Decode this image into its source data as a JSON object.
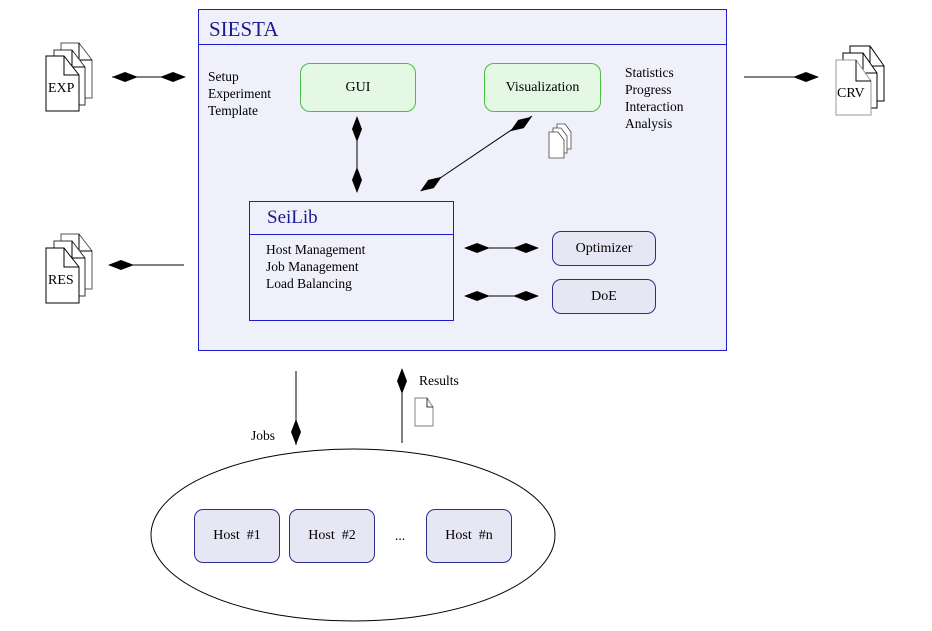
{
  "siesta": {
    "title": "SIESTA",
    "setup_lines": [
      "Setup",
      "Experiment",
      "Template"
    ],
    "stats_lines": [
      "Statistics",
      "Progress",
      "Interaction",
      "Analysis"
    ],
    "gui_label": "GUI",
    "visualization_label": "Visualization",
    "optimizer_label": "Optimizer",
    "doe_label": "DoE"
  },
  "seilib": {
    "title": "SeiLib",
    "items": [
      "Host Management",
      "Job Management",
      "Load Balancing"
    ]
  },
  "documents": {
    "exp": "EXP",
    "res": "RES",
    "crv": "CRV"
  },
  "flows": {
    "jobs_label": "Jobs",
    "results_label": "Results"
  },
  "cluster": {
    "hosts": [
      "Host  #1",
      "Host  #2",
      "Host  #n"
    ],
    "ellipsis": "..."
  },
  "colors": {
    "siesta_border": "#1c1ccc",
    "siesta_fill": "#f0f0fb",
    "title_text": "#1a1a8c",
    "green_fill": "#e4f8e4",
    "green_border": "#44c244",
    "blue_box_fill": "#e6e6f4",
    "blue_box_border": "#2d2d8a"
  }
}
